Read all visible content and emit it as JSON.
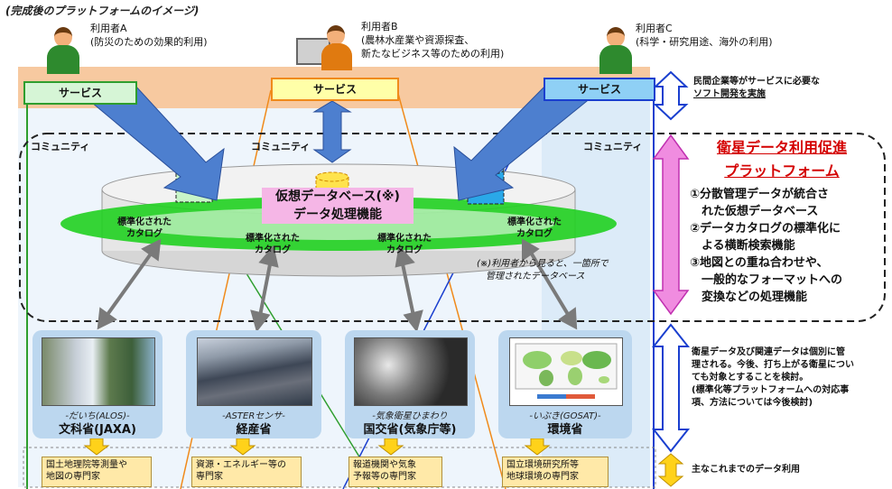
{
  "title": "(完成後のプラットフォームのイメージ)",
  "users": [
    {
      "name": "利用者A",
      "desc": "(防災のための効果的利用)"
    },
    {
      "name": "利用者B",
      "desc": "(農林水産業や資源探査、",
      "desc2": "新たなビジネス等のための利用)"
    },
    {
      "name": "利用者C",
      "desc": "(科学・研究用途、海外の利用)"
    }
  ],
  "service_label": "サービス",
  "community_label": "コミュニティ",
  "right_notes": {
    "top": [
      "民間企業等がサービスに必要な",
      "ソフト開発を実施"
    ],
    "middle": [
      "衛星データ及び関連データは個別に管",
      "理される。今後、打ち上がる衛星につい",
      "ても対象とすることを検討。",
      "(標準化等プラットフォームへの対応事",
      "項、方法については今後検討)"
    ],
    "bottom": "主なこれまでのデータ利用"
  },
  "platform": {
    "title1": "衛星データ利用促進",
    "title2": "プラットフォーム",
    "items": [
      "①分散管理データが統合さ",
      "　れた仮想データベース",
      "②データカタログの標準化に",
      "　よる横断検索機能",
      "③地図との重ね合わせや、",
      "　一般的なフォーマットへの",
      "　変換などの処理機能"
    ]
  },
  "central": {
    "line1": "仮想データベース(※)",
    "line2": "データ処理機能"
  },
  "catalog": {
    "line1": "標準化された",
    "line2": "カタログ"
  },
  "footnote": [
    "(※)利用者から見ると、一箇所で",
    "管理されたデータベース"
  ],
  "satellites": [
    {
      "label": "-だいち(ALOS)-",
      "agency": "文科省(JAXA)",
      "users": [
        "国土地理院等測量や",
        "地図の専門家"
      ]
    },
    {
      "label": "-ASTERセンサ-",
      "agency": "経産省",
      "users": [
        "資源・エネルギー等の",
        "専門家"
      ]
    },
    {
      "label": "-気象衛星ひまわり",
      "agency": "国交省(気象庁等)",
      "users": [
        "報道機関や気象",
        "予報等の専門家"
      ]
    },
    {
      "label": "-いぶき(GOSAT)-",
      "agency": "環境省",
      "users": [
        "国立環境研究所等",
        "地球環境の専門家"
      ]
    }
  ],
  "colors": {
    "green": "#2e9e2e",
    "orange": "#f08a1a",
    "blue": "#1a3fcf",
    "pink": "#e040c8",
    "lightblue": "#cfe3f7"
  }
}
